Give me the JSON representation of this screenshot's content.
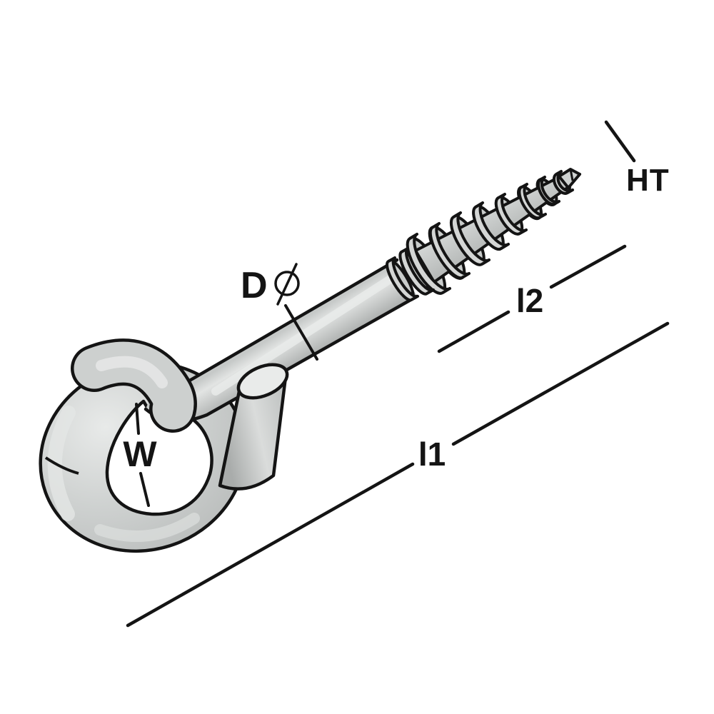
{
  "diagram": {
    "labels": {
      "ht": "HT",
      "d": "D",
      "diameter_symbol": "∅",
      "l2": "l2",
      "l1": "l1",
      "w": "W"
    },
    "colors": {
      "background": "#ffffff",
      "line": "#141414",
      "metal": "#c7cac9",
      "metal_light": "#e9ebea"
    }
  }
}
